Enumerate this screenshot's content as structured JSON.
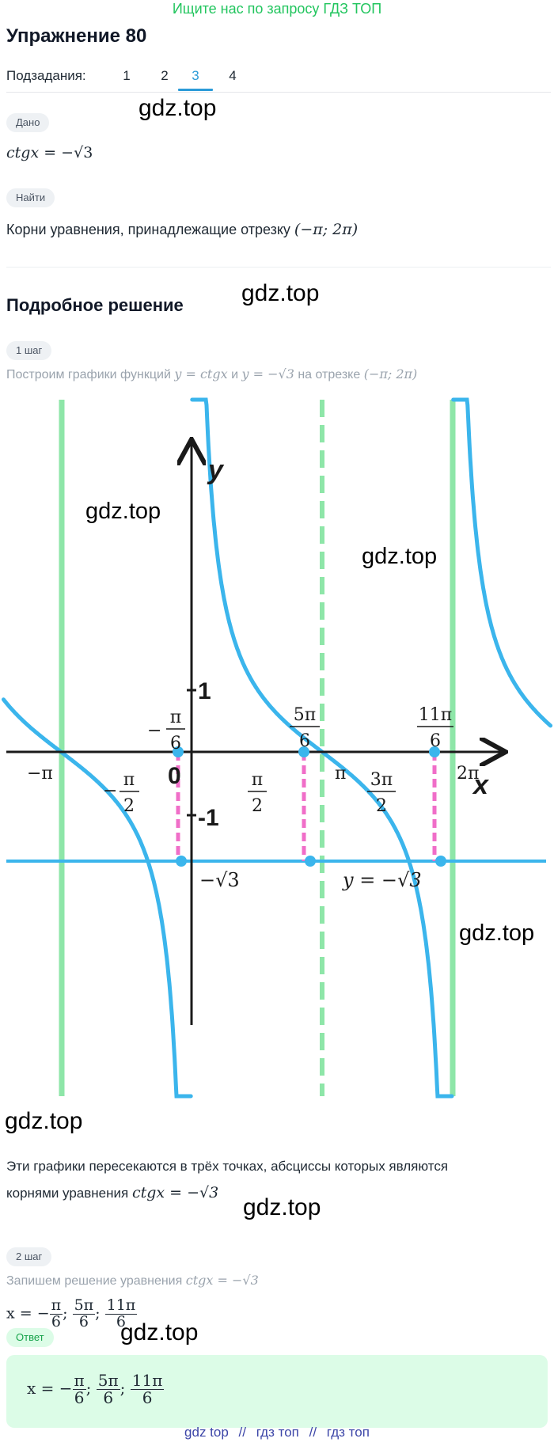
{
  "banner": "Ищите нас по запросу ГДЗ ТОП",
  "exercise_title": "Упражнение 80",
  "subtasks": {
    "label": "Подзадания:",
    "items": [
      "1",
      "2",
      "3",
      "4"
    ],
    "active": "3"
  },
  "given": {
    "pill": "Дано",
    "equation_lhs": "ctgx",
    "equation_eq": "=",
    "equation_rhs": "−√3"
  },
  "find": {
    "pill": "Найти",
    "text": "Корни уравнения, принадлежащие отрезку",
    "interval": "(−π; 2π)"
  },
  "solution_title": "Подробное решение",
  "step1": {
    "pill": "1 шаг",
    "text_a": "Построим графики функций",
    "math_a": "y = ctgx",
    "text_b": "и",
    "math_b": "y = −√3",
    "text_c": "на отрезке",
    "math_c": "(−π; 2π)"
  },
  "graph": {
    "axis_y": "y",
    "axis_x": "x",
    "tick_y_pos": "1",
    "tick_y_neg": "-1",
    "origin": "0",
    "label_neg_pi": "−π",
    "label_neg_pi_half": {
      "sign": "−",
      "num": "π",
      "den": "2"
    },
    "label_neg_pi_sixth": {
      "sign": "−",
      "num": "π",
      "den": "6"
    },
    "label_pi_half": {
      "num": "π",
      "den": "2"
    },
    "label_five_pi_sixth": {
      "num": "5π",
      "den": "6"
    },
    "label_pi": "π",
    "label_three_pi_half": {
      "num": "3π",
      "den": "2"
    },
    "label_eleven_pi_sixth": {
      "num": "11π",
      "den": "6"
    },
    "label_two_pi": "2π",
    "label_neg_sqrt3": "−√3",
    "label_line": "y = −√3",
    "colors": {
      "ctg": "#3bb5ec",
      "asymptote": "#8ee6a8",
      "hline": "#3bb5ec",
      "drop": "#f06ec8",
      "axis": "#1a1a1a"
    }
  },
  "step1_conclusion": {
    "line1": "Эти графики пересекаются в трёх точках, абсциссы которых являются",
    "line2": "корнями уравнения",
    "math": "ctgx = −√3"
  },
  "step2": {
    "pill": "2 шаг",
    "text": "Запишем решение уравнения",
    "math": "ctgx = −√3"
  },
  "solution_line": {
    "lhs": "x = −",
    "f1": {
      "num": "π",
      "den": "6"
    },
    "f2": {
      "num": "5π",
      "den": "6"
    },
    "f3": {
      "num": "11π",
      "den": "6"
    },
    "sep": ";"
  },
  "answer": {
    "pill": "Ответ",
    "lhs": "x = −",
    "f1": {
      "num": "π",
      "den": "6"
    },
    "f2": {
      "num": "5π",
      "den": "6"
    },
    "f3": {
      "num": "11π",
      "den": "6"
    },
    "sep": ";"
  },
  "watermark": "gdz.top",
  "footer": {
    "links": [
      "gdz top",
      "гдз топ",
      "гдз топ"
    ],
    "sep": "//"
  }
}
